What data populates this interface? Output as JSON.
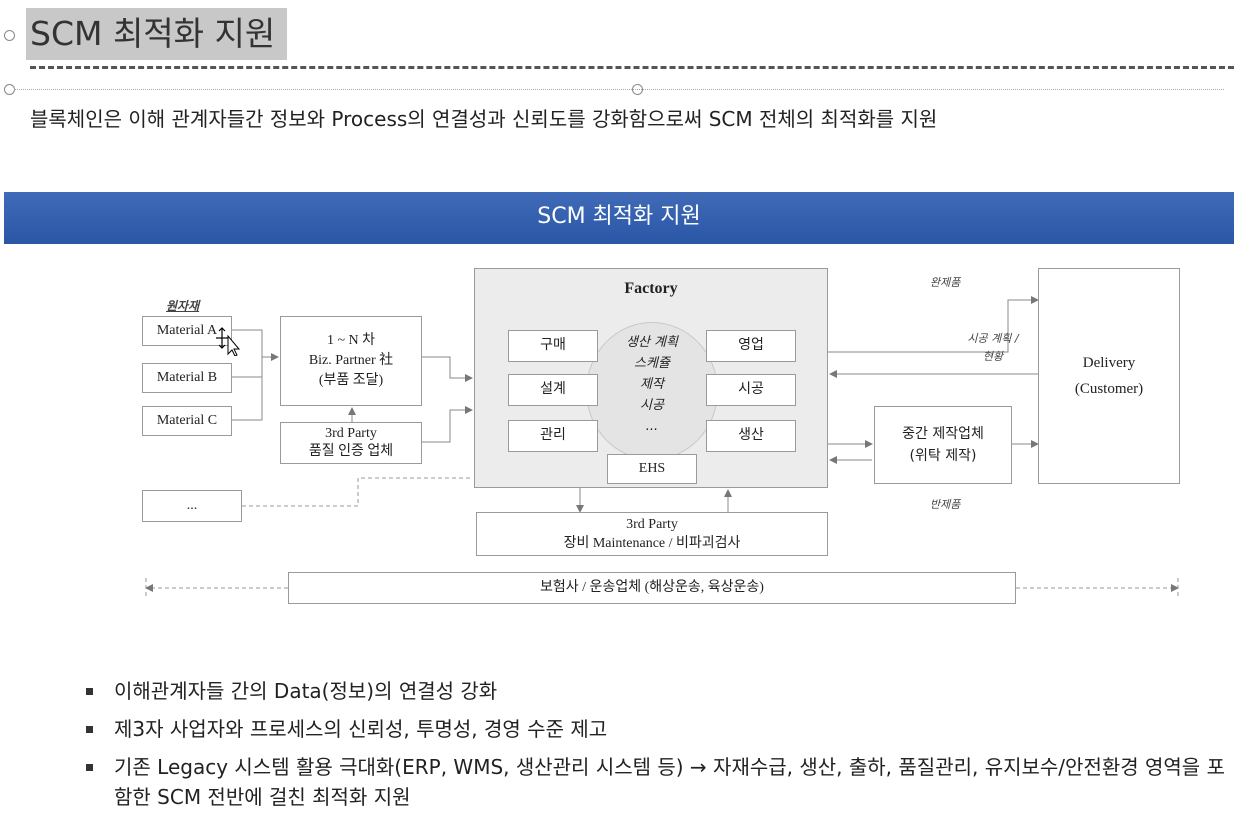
{
  "slide": {
    "title": "SCM 최적화 지원",
    "subtitle": "블록체인은 이해 관계자들간 정보와 Process의 연결성과 신뢰도를 강화함으로써 SCM 전체의 최적화를 지원"
  },
  "diagram": {
    "header": "SCM 최적화 지원",
    "raw_material_label": "원자재",
    "materials": [
      "Material A",
      "Material B",
      "Material C"
    ],
    "other": "...",
    "partner": {
      "line1": "1 ~ N 차",
      "line2": "Biz. Partner 社",
      "line3": "(부품 조달)"
    },
    "third_party_quality": {
      "line1": "3rd Party",
      "line2": "품질 인증 업체"
    },
    "factory": {
      "title": "Factory",
      "left_depts": [
        "구매",
        "설계",
        "관리"
      ],
      "right_depts": [
        "영업",
        "시공",
        "생산"
      ],
      "center": [
        "생산 계획",
        "스케쥴",
        "제작",
        "시공",
        "..."
      ],
      "ehs": "EHS"
    },
    "third_party_maint": {
      "line1": "3rd Party",
      "line2": "장비 Maintenance / 비파괴검사"
    },
    "insurance": "보험사 / 운송업체 (해상운송, 육상운송)",
    "finished_goods": "완제품",
    "plan_status": {
      "line1": "시공 계획 /",
      "line2": "현황"
    },
    "semi_finished": "반제품",
    "intermediate": {
      "line1": "중간 제작업체",
      "line2": "(위탁 제작)"
    },
    "delivery": {
      "line1": "Delivery",
      "line2": "(Customer)"
    }
  },
  "bullets": [
    "이해관계자들 간의 Data(정보)의 연결성 강화",
    "제3자 사업자와 프로세스의 신뢰성, 투명성, 경영 수준 제고",
    "기존 Legacy 시스템 활용 극대화(ERP, WMS, 생산관리 시스템 등) → 자재수급, 생산, 출하, 품질관리, 유지보수/안전환경 영역을 포함한 SCM 전반에 걸친 최적화 지원"
  ]
}
